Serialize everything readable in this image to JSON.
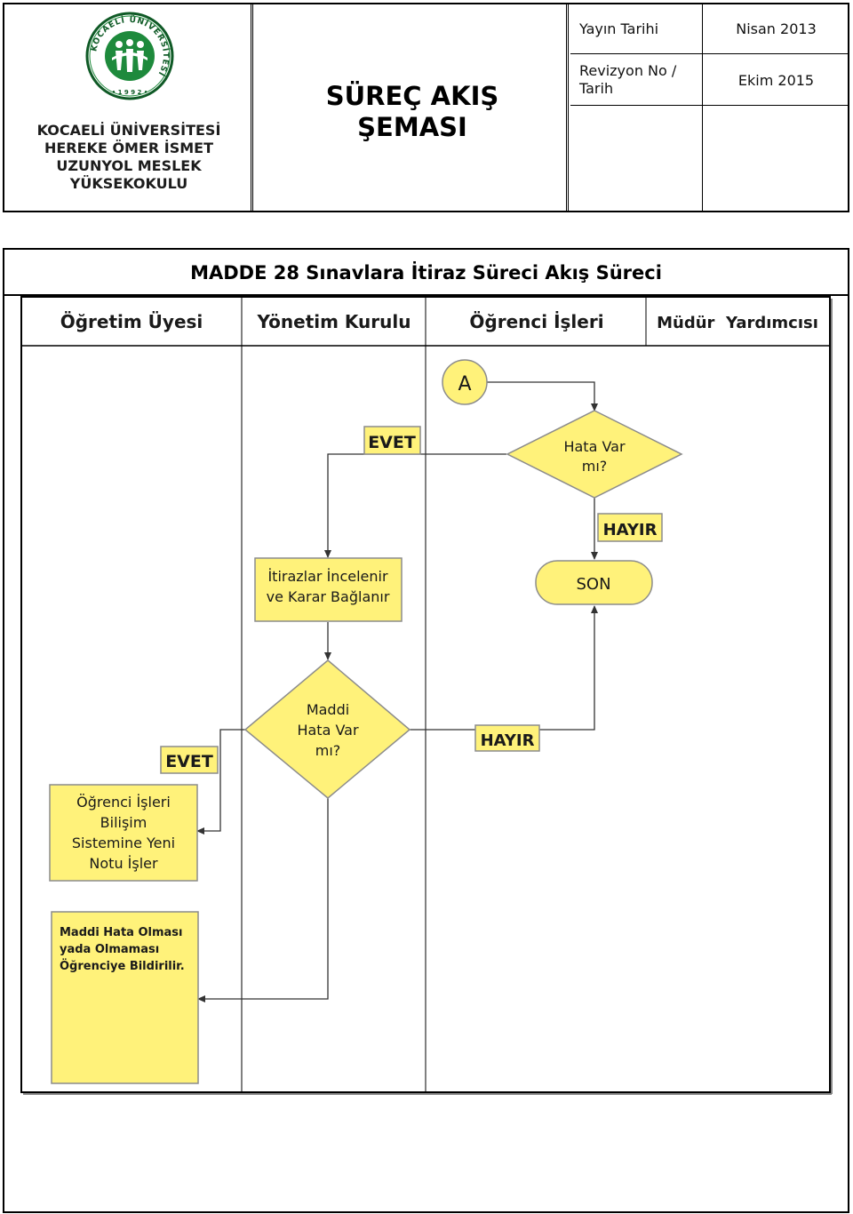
{
  "header": {
    "institution_lines": [
      "KOCAELİ ÜNİVERSİTESİ",
      "HEREKE ÖMER İSMET",
      "UZUNYOL MESLEK",
      "YÜKSEKOKULU"
    ],
    "logo": {
      "ring_text": "KOCAELİ ÜNİVERSİTESİ",
      "year": "• 1 9 9 2 •",
      "colors": {
        "green": "#1e8a3c",
        "dark": "#0f5a26"
      }
    },
    "title_lines": [
      "SÜREÇ AKIŞ",
      "ŞEMASI"
    ],
    "publish_label": "Yayın Tarihi",
    "publish_value": "Nisan 2013",
    "revision_label_lines": [
      "Revizyon No /",
      "Tarih"
    ],
    "revision_value": "Ekim 2015"
  },
  "section_title": "MADDE 28 Sınavlara İtiraz Süreci Akış Süreci",
  "diagram": {
    "lanes": [
      "Öğretim Üyesi",
      "Yönetim Kurulu",
      "Öğrenci İşleri",
      "Müdür  Yardımcısı"
    ],
    "connector_a": "A",
    "decision_1_lines": [
      "Hata Var",
      "mı?"
    ],
    "label_evet_1": "EVET",
    "label_hayir_1": "HAYIR",
    "terminator_son": "SON",
    "process_review_lines": [
      "İtirazlar İncelenir",
      "ve Karar Bağlanır"
    ],
    "decision_2_lines": [
      "Maddi",
      "Hata Var",
      "mı?"
    ],
    "label_hayir_2": "HAYIR",
    "label_evet_2": "EVET",
    "process_update_lines": [
      "Öğrenci İşleri",
      "Bilişim",
      "Sistemine Yeni",
      "Notu İşler"
    ],
    "process_notify_lines": [
      "Maddi Hata Olması",
      "yada Olmaması",
      "Öğrenciye Bildirilir."
    ],
    "colors": {
      "shape_fill": "#fff27a",
      "shape_stroke": "#8c8c8c",
      "header_fill": "#ffffff",
      "text": "#1a1a1a",
      "line": "#333333"
    }
  }
}
